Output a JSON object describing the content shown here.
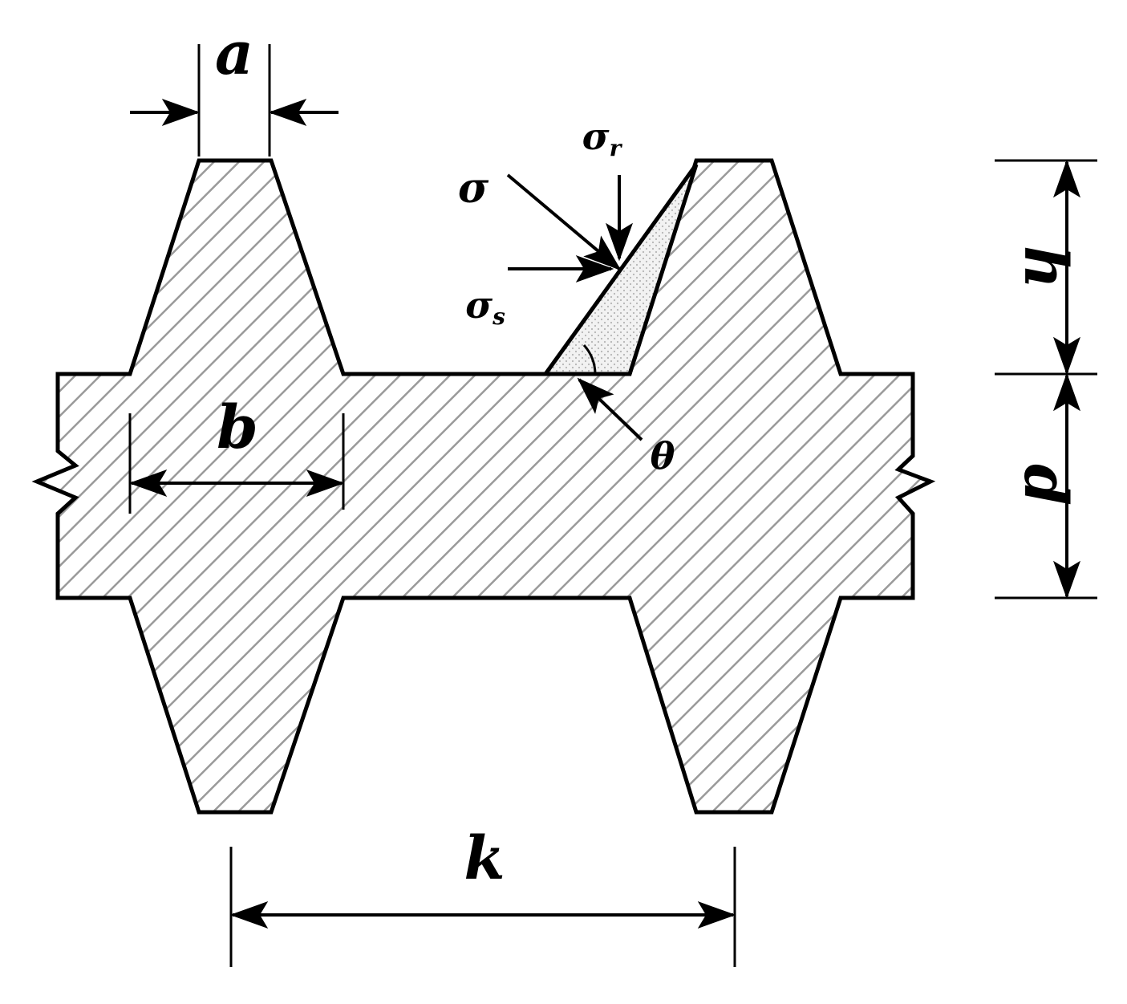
{
  "diagram": {
    "labels": {
      "a": "a",
      "b": "b",
      "h": "h",
      "d": "d",
      "k": "k",
      "sigma": "σ",
      "sigma_r": "σ",
      "sigma_r_sub": "r",
      "sigma_s": "σ",
      "sigma_s_sub": "s",
      "theta": "θ"
    },
    "colors": {
      "stroke": "#000000",
      "hatch": "#9a9a9a",
      "wedge_fill": "#f2f2f2",
      "wedge_dots": "#b5b5b5"
    }
  }
}
